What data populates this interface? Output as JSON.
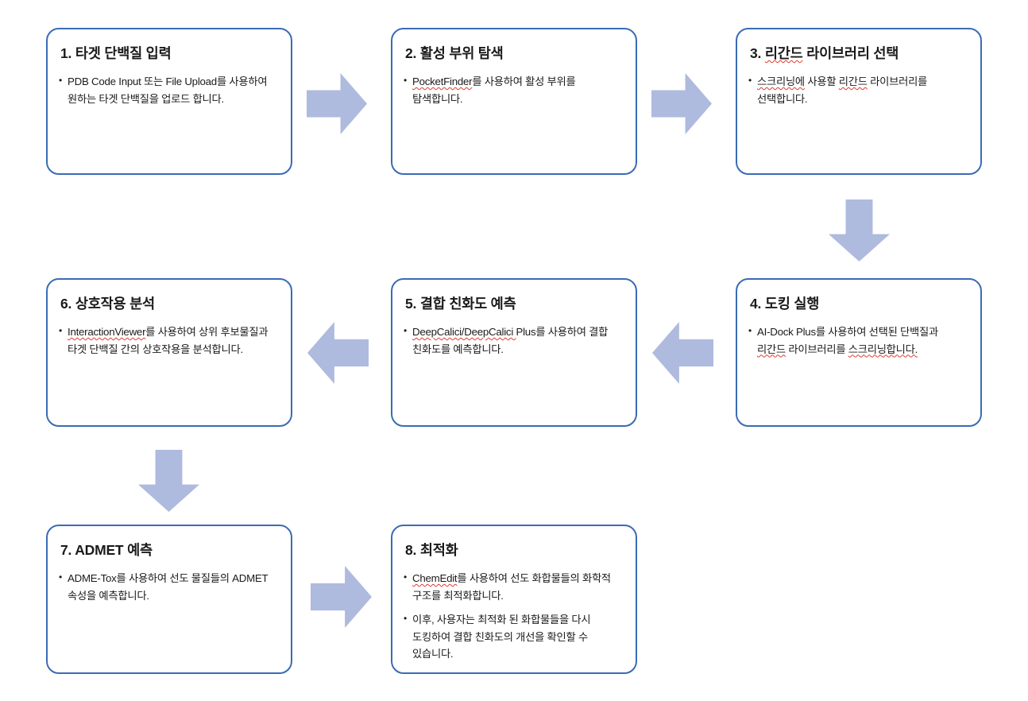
{
  "diagram": {
    "type": "flowchart",
    "title": "Drug discovery platform workflow",
    "colors": {
      "box_border": "#3A6BB5",
      "box_fill": "#FFFFFF",
      "arrow_fill": "#AEBADE",
      "text": "#1A1A1A",
      "spellcheck_underline": "#E03A30"
    },
    "nodes": [
      {
        "id": "step-1",
        "title": "1. 타겟 단백질 입력",
        "bullets": [
          "PDB Code Input 또는 File Upload를 사용하여 원하는 타겟 단백질을 업로드 합니다."
        ]
      },
      {
        "id": "step-2",
        "title": "2. 활성 부위 탐색",
        "bullets": [
          "PocketFinder를 사용하여 활성 부위를 탐색합니다."
        ]
      },
      {
        "id": "step-3",
        "title": "3. 리간드 라이브러리 선택",
        "bullets": [
          "스크리닝에 사용할 리간드 라이브러리를 선택합니다."
        ]
      },
      {
        "id": "step-4",
        "title": "4. 도킹 실행",
        "bullets": [
          "AI-Dock Plus를 사용하여 선택된 단백질과 리간드 라이브러리를 스크리닝합니다."
        ]
      },
      {
        "id": "step-5",
        "title": "5. 결합 친화도 예측",
        "bullets": [
          "DeepCalici/DeepCalici Plus를 사용하여 결합 친화도를 예측합니다."
        ]
      },
      {
        "id": "step-6",
        "title": "6. 상호작용 분석",
        "bullets": [
          "InteractionViewer를 사용하여 상위 후보물질과 타겟 단백질 간의 상호작용을 분석합니다."
        ]
      },
      {
        "id": "step-7",
        "title": "7. ADMET 예측",
        "bullets": [
          "ADME-Tox를 사용하여 선도 물질들의 ADMET 속성을 예측합니다."
        ]
      },
      {
        "id": "step-8",
        "title": "8. 최적화",
        "bullets": [
          "ChemEdit를 사용하여 선도 화합물들의 화학적 구조를 최적화합니다.",
          "이후, 사용자는 최적화 된 화합물들을 다시 도킹하여 결합 친화도의 개선을 확인할 수 있습니다."
        ]
      }
    ],
    "connectors": [
      {
        "id": "arrow-1-to-2",
        "direction": "right",
        "from": "step-1",
        "to": "step-2"
      },
      {
        "id": "arrow-2-to-3",
        "direction": "right",
        "from": "step-2",
        "to": "step-3"
      },
      {
        "id": "arrow-3-to-4",
        "direction": "down",
        "from": "step-3",
        "to": "step-4"
      },
      {
        "id": "arrow-4-to-5",
        "direction": "left",
        "from": "step-4",
        "to": "step-5"
      },
      {
        "id": "arrow-5-to-6",
        "direction": "left",
        "from": "step-5",
        "to": "step-6"
      },
      {
        "id": "arrow-6-to-7",
        "direction": "down",
        "from": "step-6",
        "to": "step-7"
      },
      {
        "id": "arrow-7-to-8",
        "direction": "right",
        "from": "step-7",
        "to": "step-8"
      }
    ]
  }
}
